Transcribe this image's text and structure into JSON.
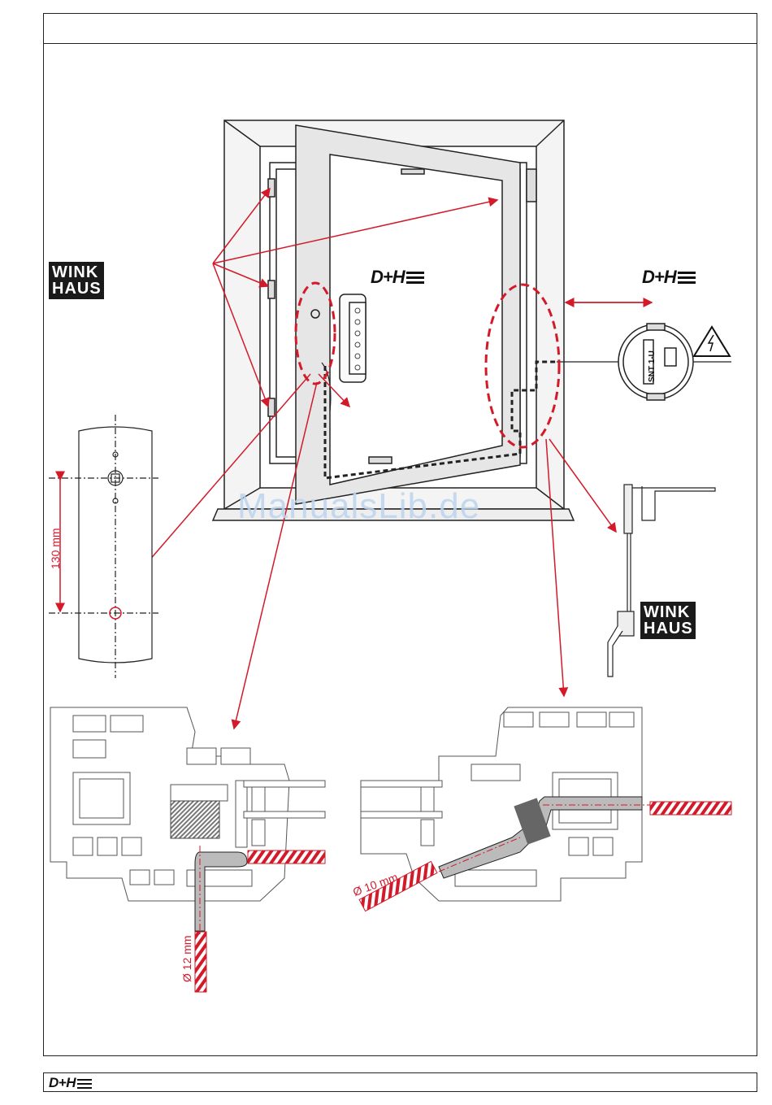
{
  "brand": {
    "dh_logo": "D+H",
    "winkhaus_line1": "WINK",
    "winkhaus_line2": "HAUS"
  },
  "labels": {
    "dimension_130": "130 mm",
    "drill_12": "Ø 12 mm",
    "drill_10": "Ø 10 mm",
    "device_label": "SNT 1-U"
  },
  "watermark": "ManualsLib.de",
  "colors": {
    "accent": "#d21a2a",
    "line": "#222222",
    "watermark": "#bcd4ee"
  }
}
